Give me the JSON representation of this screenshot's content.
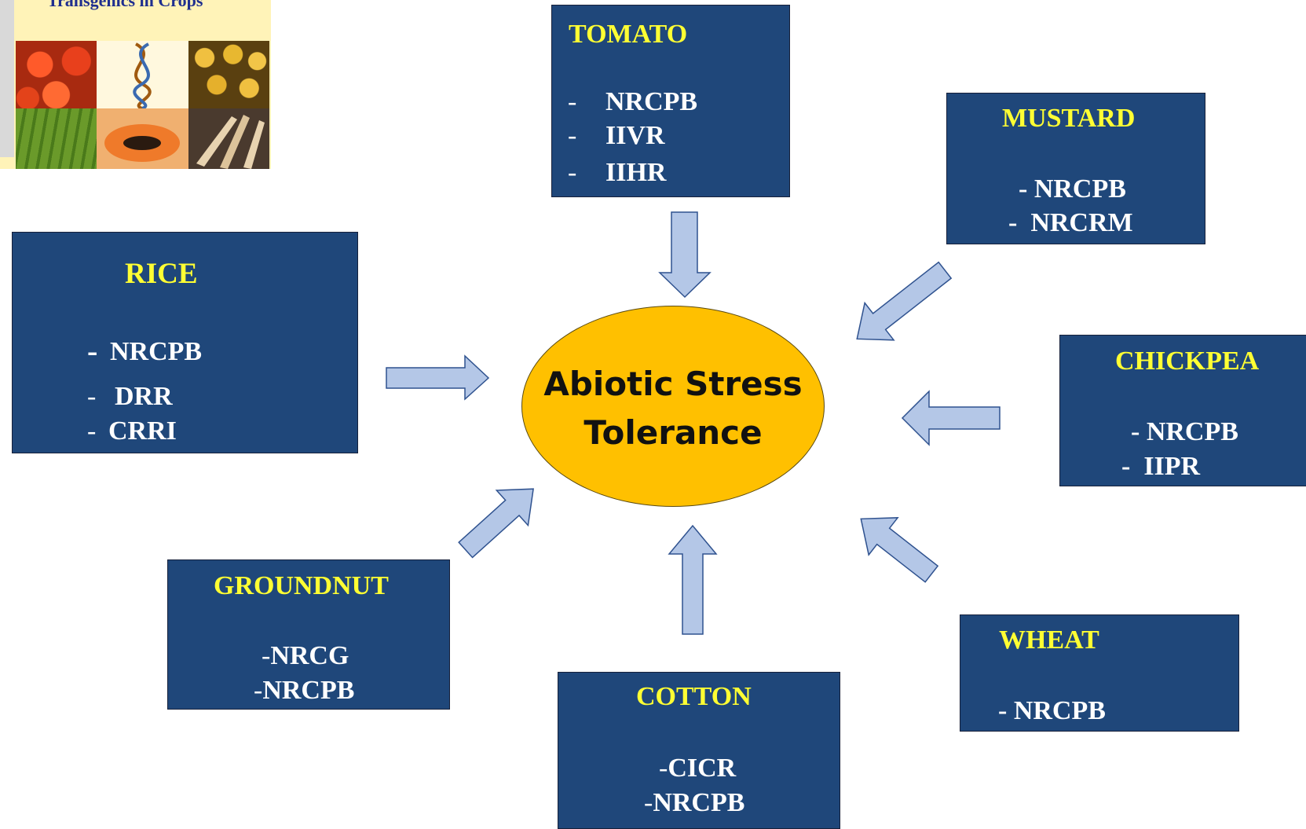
{
  "photo": {
    "caption": "Transgenics in Crops"
  },
  "center": {
    "line1": "Abiotic Stress",
    "line2": "Tolerance"
  },
  "boxes": {
    "tomato": {
      "title": "TOMATO",
      "items": [
        "NRCPB",
        "IIVR",
        "IIHR"
      ]
    },
    "mustard": {
      "title": "MUSTARD",
      "items": [
        "- NRCPB",
        "-  NRCRM"
      ]
    },
    "rice": {
      "title": "RICE",
      "items": [
        "NRCPB",
        "DRR",
        "CRRI"
      ]
    },
    "chickpea": {
      "title": "CHICKPEA",
      "items": [
        "- NRCPB",
        "-  IIPR"
      ]
    },
    "groundnut": {
      "title": "GROUNDNUT",
      "items": [
        "NRCG",
        "NRCPB"
      ]
    },
    "cotton": {
      "title": "COTTON",
      "items": [
        "CICR",
        "NRCPB"
      ]
    },
    "wheat": {
      "title": "WHEAT",
      "items": [
        "- NRCPB"
      ]
    }
  },
  "dash": "-",
  "colors": {
    "box_fill": "#1f477a",
    "box_title": "#ffff33",
    "box_text": "#ffffff",
    "center_fill": "#ffc000",
    "arrow_fill": "#b4c7e7",
    "arrow_stroke": "#2f528f"
  }
}
